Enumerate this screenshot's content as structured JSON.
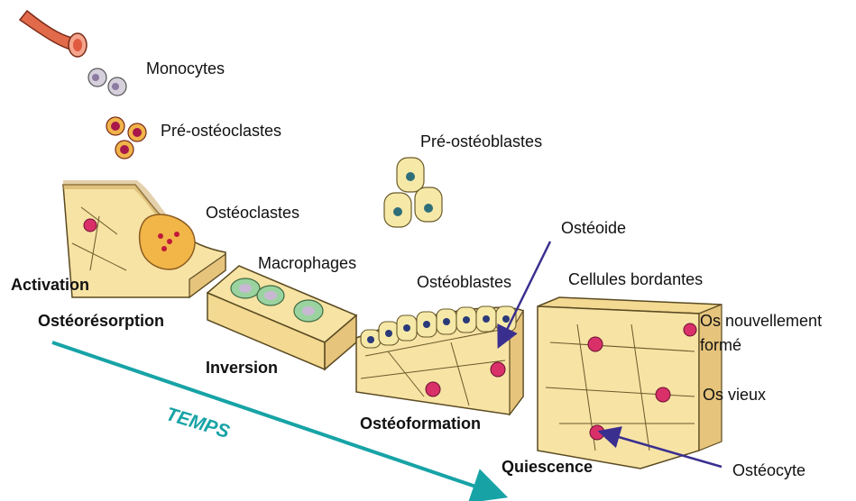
{
  "labels": {
    "monocytes": "Monocytes",
    "pre_osteoclastes": "Pré-ostéoclastes",
    "osteoclastes": "Ostéoclastes",
    "pre_osteoblastes": "Pré-ostéoblastes",
    "macrophages": "Macrophages",
    "osteoide": "Ostéoide",
    "osteoblastes": "Ostéoblastes",
    "cellules_bordantes": "Cellules bordantes",
    "os_nouvellement": "Os nouvellement",
    "forme": "formé",
    "os_vieux": "Os vieux",
    "osteocyte": "Ostéocyte"
  },
  "phases": {
    "activation": "Activation",
    "osteoresorption": "Ostéorésorption",
    "inversion": "Inversion",
    "osteoformation": "Ostéoformation",
    "quiescence": "Quiescence"
  },
  "time_arrow": "TEMPS",
  "colors": {
    "bone": "#f7e3a4",
    "bone_dark": "#e6c47c",
    "osteocyte": "#d9306a",
    "arrow_teal": "#17a3a6",
    "pointer": "#3a2f8f",
    "macrophage": "#9bd3a0",
    "osteoclast": "#f1b548"
  }
}
